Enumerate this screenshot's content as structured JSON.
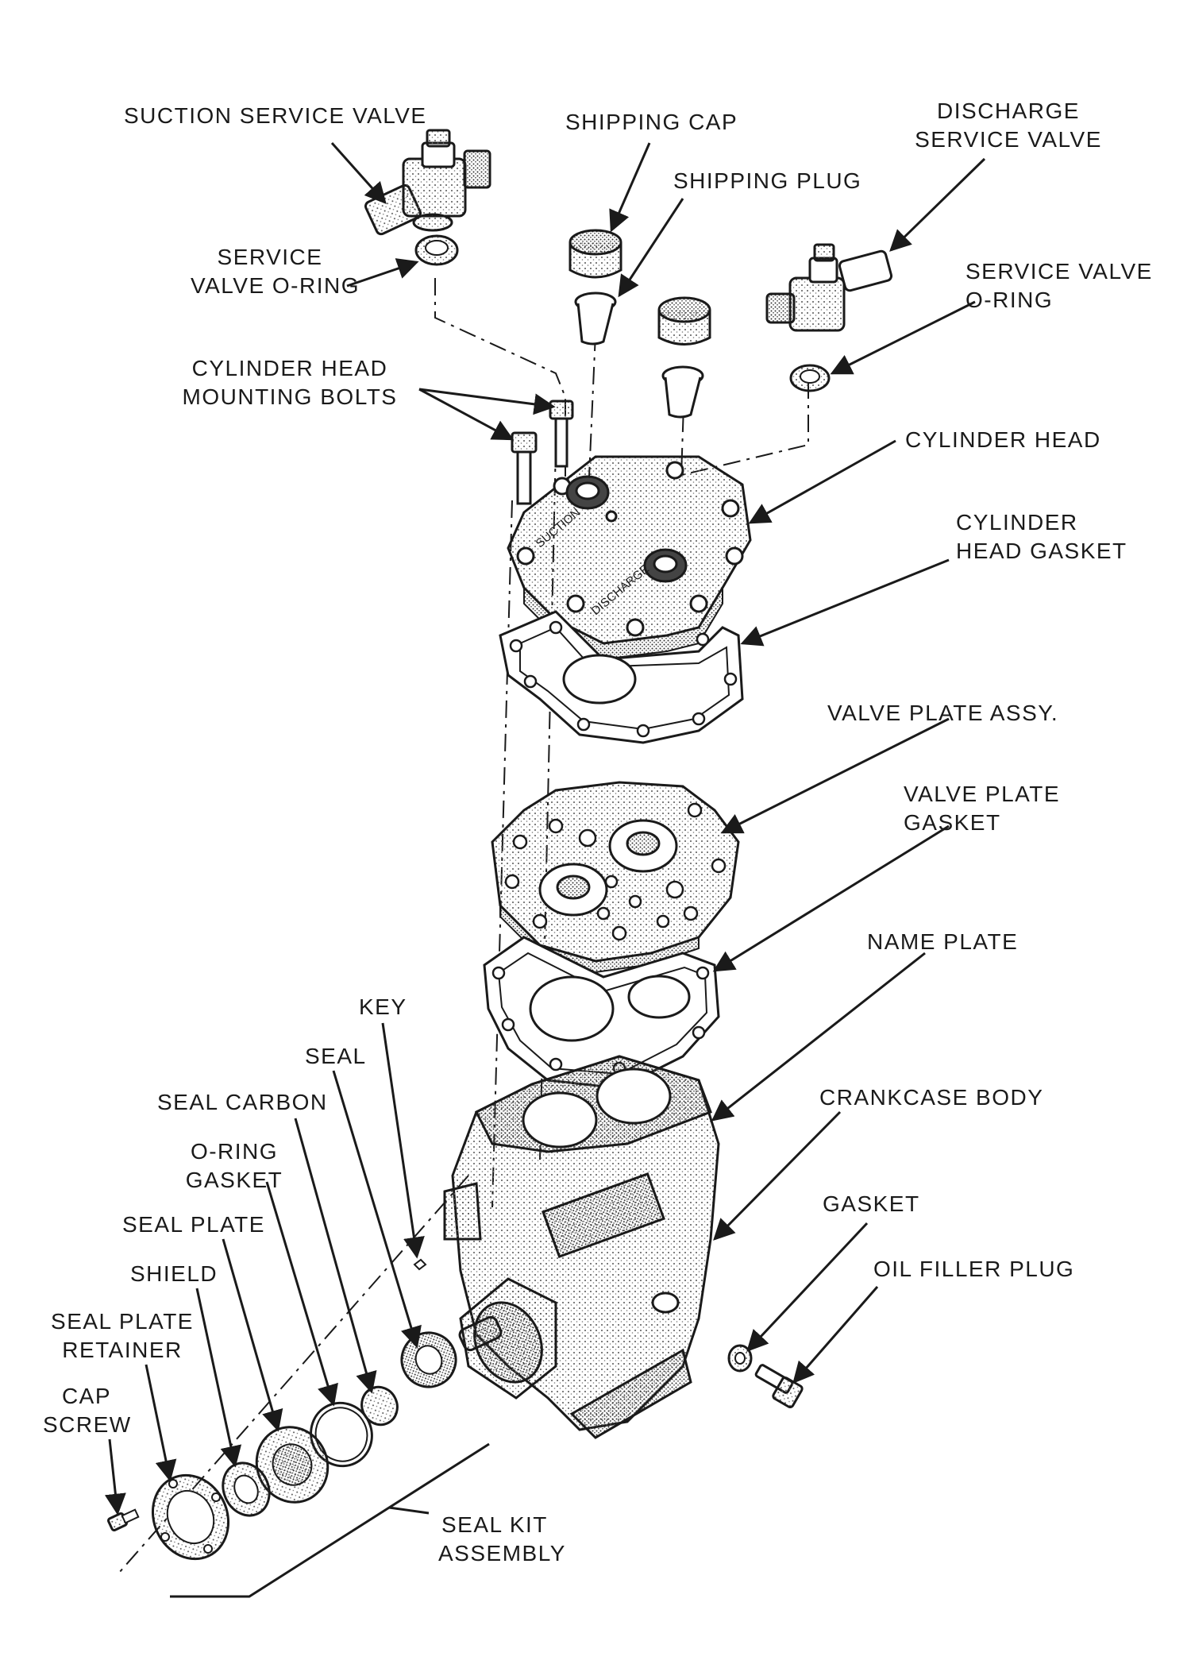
{
  "labels": {
    "suction_service_valve": "SUCTION SERVICE VALVE",
    "shipping_cap": "SHIPPING CAP",
    "discharge_service_valve_1": "DISCHARGE",
    "discharge_service_valve_2": "SERVICE VALVE",
    "shipping_plug": "SHIPPING PLUG",
    "service_valve_oring_left_1": "SERVICE",
    "service_valve_oring_left_2": "VALVE O-RING",
    "service_valve_oring_right_1": "SERVICE VALVE",
    "service_valve_oring_right_2": "O-RING",
    "cylinder_head_bolts_1": "CYLINDER HEAD",
    "cylinder_head_bolts_2": "MOUNTING BOLTS",
    "cylinder_head": "CYLINDER HEAD",
    "cylinder_head_gasket_1": "CYLINDER",
    "cylinder_head_gasket_2": "HEAD GASKET",
    "valve_plate_assy": "VALVE PLATE ASSY.",
    "valve_plate_gasket_1": "VALVE PLATE",
    "valve_plate_gasket_2": "GASKET",
    "name_plate": "NAME PLATE",
    "key": "KEY",
    "seal": "SEAL",
    "seal_carbon": "SEAL CARBON",
    "crankcase_body": "CRANKCASE BODY",
    "oring_gasket_1": "O-RING",
    "oring_gasket_2": "GASKET",
    "seal_plate": "SEAL PLATE",
    "gasket": "GASKET",
    "shield": "SHIELD",
    "oil_filler_plug": "OIL FILLER PLUG",
    "seal_plate_retainer_1": "SEAL PLATE",
    "seal_plate_retainer_2": "RETAINER",
    "cap_screw_1": "CAP",
    "cap_screw_2": "SCREW",
    "seal_kit_assembly_1": "SEAL KIT",
    "seal_kit_assembly_2": "ASSEMBLY"
  },
  "stamped_text": {
    "suction": "SUCTION",
    "discharge": "DISCHARGE"
  }
}
